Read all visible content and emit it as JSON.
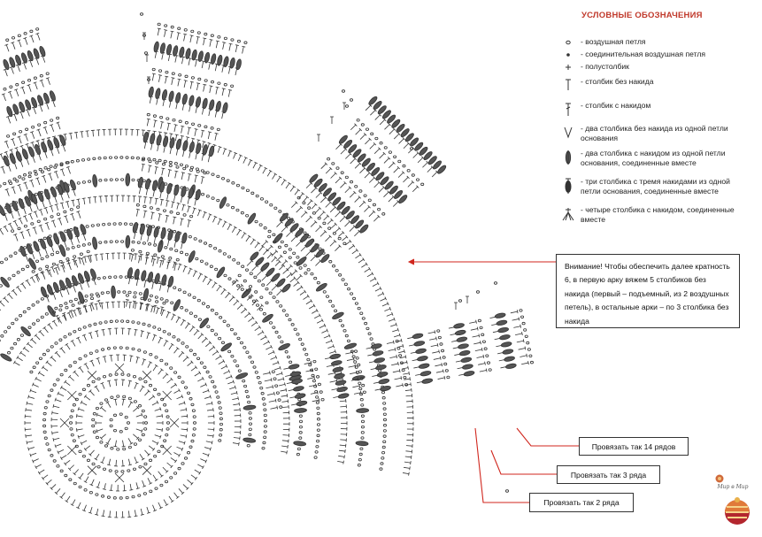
{
  "legend": {
    "title": "УСЛОВНЫЕ ОБОЗНАЧЕНИЯ",
    "items": [
      {
        "icon": "chain-stitch-icon",
        "text": "- воздушная петля"
      },
      {
        "icon": "slip-stitch-icon",
        "text": "- соединительная воздушная петля"
      },
      {
        "icon": "half-double-crochet-icon",
        "text": "- полустолбик"
      },
      {
        "icon": "single-crochet-icon",
        "text": "- столбик без накида"
      },
      {
        "icon": "double-crochet-icon",
        "text": "- столбик с накидом"
      },
      {
        "icon": "v-stitch-icon",
        "text": "- два столбика без накида из одной петли основания"
      },
      {
        "icon": "dc2tog-icon",
        "text": "- два столбика с накидом из одной петли основания, соединенные вместе"
      },
      {
        "icon": "tr3tog-icon",
        "text": "- три столбика с тремя накидами из одной петли основания, соединенные вместе"
      },
      {
        "icon": "dc4tog-icon",
        "text": "- четыре столбика с накидом, соединенные вместе"
      }
    ]
  },
  "note": "Внимание!  Чтобы обеспечить  далее кратность 6, в первую  арку вяжем 5 столбиков  без накида (первый – подъемный,  из 2 воздушных петель), в остальные арки – по 3 столбика  без накида",
  "labels": {
    "rows14": "Провязать так 14 рядов",
    "rows3": "Провязать так 3 ряда",
    "rows2": "Провязать так 2 ряда"
  },
  "logo": {
    "text": "Мир в Мир"
  },
  "colors": {
    "accent": "#c0392b",
    "arrow": "#d0261d",
    "ink": "#333333"
  }
}
